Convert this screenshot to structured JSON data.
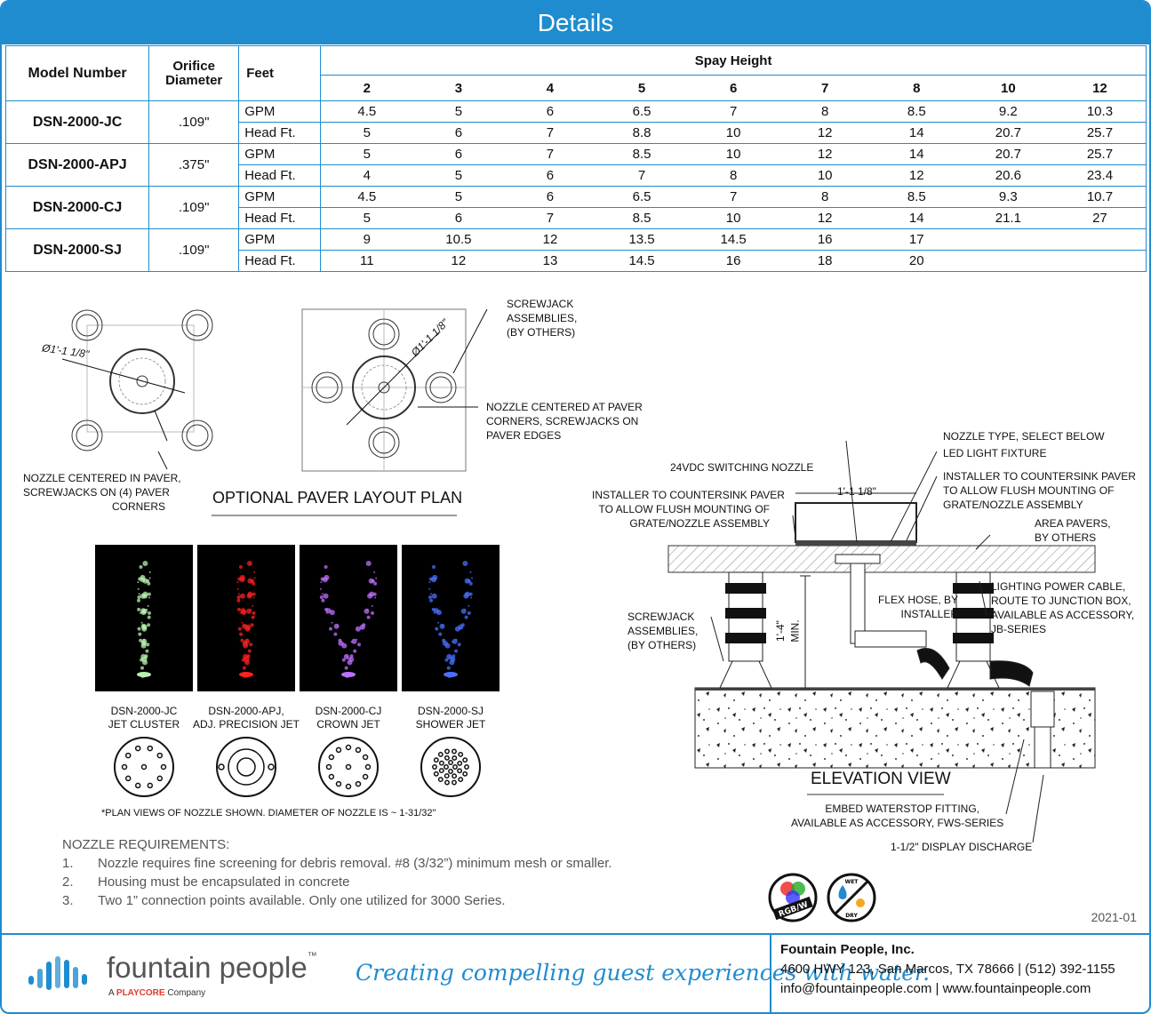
{
  "header": {
    "title": "Details"
  },
  "table": {
    "col_model": "Model Number",
    "col_orifice": "Orifice Diameter",
    "col_feet": "Feet",
    "col_spray": "Spay Height",
    "heights": [
      "2",
      "3",
      "4",
      "5",
      "6",
      "7",
      "8",
      "10",
      "12"
    ],
    "rows": [
      {
        "model": "DSN-2000-JC",
        "orifice": ".109\"",
        "gpm_label": "GPM",
        "head_label": "Head Ft.",
        "gpm": [
          "4.5",
          "5",
          "6",
          "6.5",
          "7",
          "8",
          "8.5",
          "9.2",
          "10.3"
        ],
        "head": [
          "5",
          "6",
          "7",
          "8.8",
          "10",
          "12",
          "14",
          "20.7",
          "25.7"
        ]
      },
      {
        "model": "DSN-2000-APJ",
        "orifice": ".375\"",
        "gpm_label": "GPM",
        "head_label": "Head Ft.",
        "gpm": [
          "5",
          "6",
          "7",
          "8.5",
          "10",
          "12",
          "14",
          "20.7",
          "25.7"
        ],
        "head": [
          "4",
          "5",
          "6",
          "7",
          "8",
          "10",
          "12",
          "20.6",
          "23.4"
        ]
      },
      {
        "model": "DSN-2000-CJ",
        "orifice": ".109\"",
        "gpm_label": "GPM",
        "head_label": "Head Ft.",
        "gpm": [
          "4.5",
          "5",
          "6",
          "6.5",
          "7",
          "8",
          "8.5",
          "9.3",
          "10.7"
        ],
        "head": [
          "5",
          "6",
          "7",
          "8.5",
          "10",
          "12",
          "14",
          "21.1",
          "27"
        ]
      },
      {
        "model": "DSN-2000-SJ",
        "orifice": ".109\"",
        "gpm_label": "GPM",
        "head_label": "Head Ft.",
        "gpm": [
          "9",
          "10.5",
          "12",
          "13.5",
          "14.5",
          "16",
          "17",
          "",
          ""
        ],
        "head": [
          "11",
          "12",
          "13",
          "14.5",
          "16",
          "18",
          "20",
          "",
          ""
        ]
      }
    ]
  },
  "paver": {
    "dim1": "Ø1'-1 1/8\"",
    "dim2": "Ø1'-1 1/8\"",
    "note_left": [
      "NOZZLE CENTERED IN PAVER,",
      "SCREWJACKS ON (4) PAVER",
      "CORNERS"
    ],
    "screwjack": [
      "SCREWJACK",
      "ASSEMBLIES,",
      "(BY OTHERS)"
    ],
    "note_right": [
      "NOZZLE CENTERED AT PAVER",
      "CORNERS,  SCREWJACKS ON",
      "PAVER EDGES"
    ],
    "title": "OPTIONAL PAVER LAYOUT PLAN"
  },
  "nozzles": [
    {
      "model": "DSN-2000-JC",
      "name": "JET CLUSTER",
      "color": "#b8f0b0"
    },
    {
      "model": "DSN-2000-APJ,",
      "name": "ADJ. PRECISION JET",
      "color": "#ff2020"
    },
    {
      "model": "DSN-2000-CJ",
      "name": "CROWN JET",
      "color": "#c070ff"
    },
    {
      "model": "DSN-2000-SJ",
      "name": "SHOWER JET",
      "color": "#4a70ff"
    }
  ],
  "plan_note": "*PLAN VIEWS OF NOZZLE SHOWN. DIAMETER OF NOZZLE IS ~ 1-31/32\"",
  "elevation": {
    "nozzle_type": "NOZZLE TYPE, SELECT BELOW",
    "led": "LED LIGHT FIXTURE",
    "switching": "24VDC SWITCHING NOZZLE",
    "countersink_left": [
      "INSTALLER TO COUNTERSINK PAVER",
      "TO ALLOW FLUSH MOUNTING OF",
      "GRATE/NOZZLE ASSEMBLY"
    ],
    "countersink_right": [
      "INSTALLER TO COUNTERSINK PAVER",
      "TO ALLOW FLUSH MOUNTING OF",
      "GRATE/NOZZLE ASSEMBLY"
    ],
    "width_dim": "1'-1 1/8\"",
    "area_pavers": [
      "AREA PAVERS,",
      "BY OTHERS"
    ],
    "lighting": [
      "LIGHTING POWER CABLE,",
      "ROUTE TO JUNCTION BOX,",
      "AVAILABLE AS ACCESSORY,",
      "JB-SERIES"
    ],
    "flex": [
      "FLEX HOSE, BY",
      "INSTALLER"
    ],
    "screwjack": [
      "SCREWJACK",
      "ASSEMBLIES,",
      "(BY OTHERS)"
    ],
    "height_dim": "1'-4\"",
    "min": "MIN.",
    "title": "ELEVATION VIEW",
    "waterstop": [
      "EMBED WATERSTOP FITTING,",
      "AVAILABLE AS ACCESSORY, FWS-SERIES"
    ],
    "discharge": "1-1/2\" DISPLAY DISCHARGE"
  },
  "badges": {
    "rgbw": "RGB/W",
    "wet": "WET",
    "dry": "DRY"
  },
  "requirements": {
    "title": "NOZZLE REQUIREMENTS:",
    "items": [
      {
        "n": "1.",
        "t": "Nozzle requires fine screening for debris removal. #8 (3/32”) minimum mesh or smaller."
      },
      {
        "n": "2.",
        "t": "Housing must be encapsulated in concrete"
      },
      {
        "n": "3.",
        "t": "Two 1” connection points available. Only one utilized for 3000 Series."
      }
    ]
  },
  "version": "2021-01",
  "footer": {
    "brand": "fountain people",
    "tm": "™",
    "sub_a": "A",
    "sub_play": "PLAYCORE",
    "sub_company": "Company",
    "tagline": "Creating compelling guest experiences with water.",
    "company": "Fountain People, Inc.",
    "address": "4600 HWY 123, San Marcos, TX 78666  |  (512) 392-1155",
    "web": "info@fountainpeople.com  |  www.fountainpeople.com"
  },
  "colors": {
    "accent": "#1f8ccf"
  }
}
